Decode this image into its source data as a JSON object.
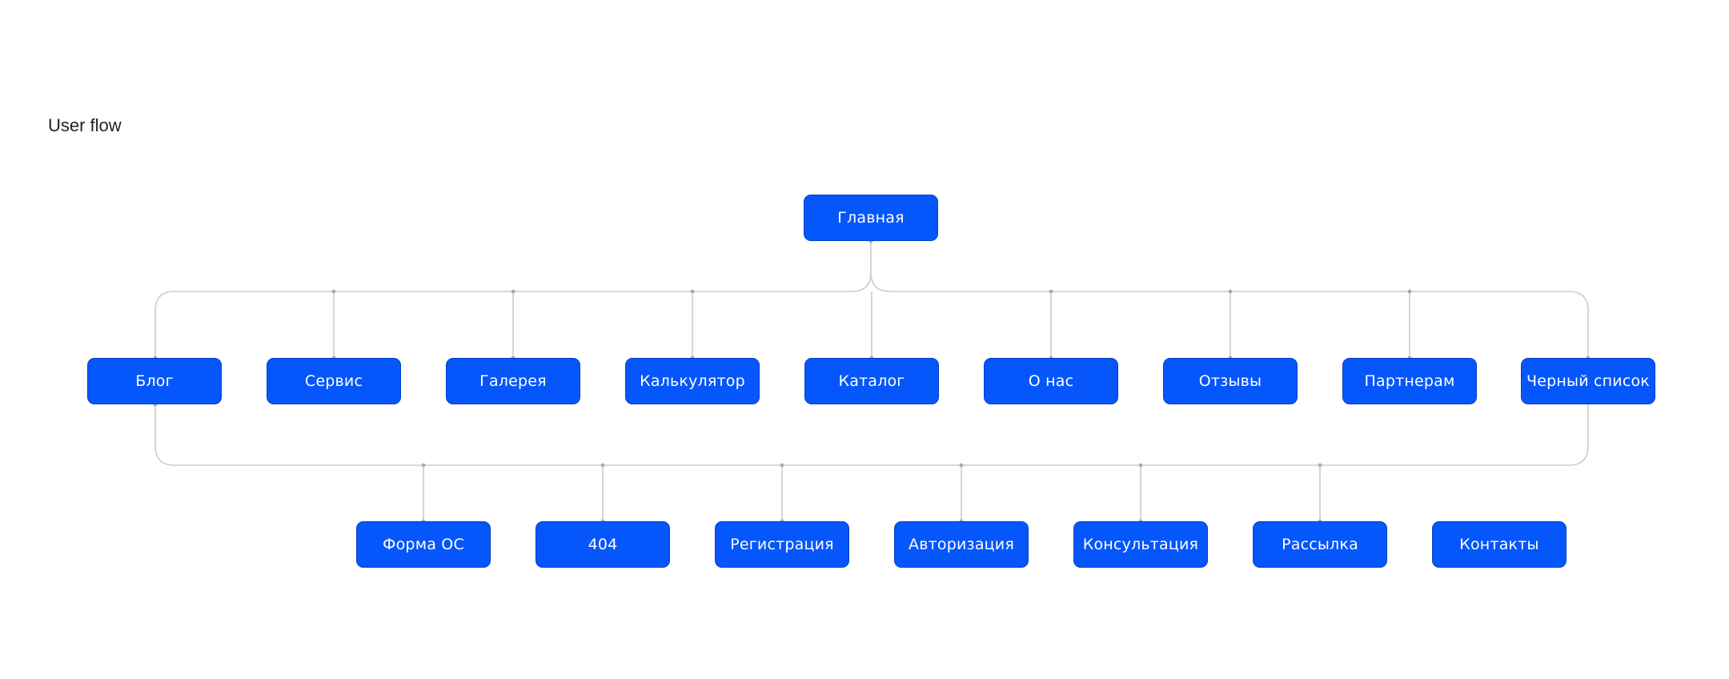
{
  "page": {
    "title": "User flow"
  },
  "colors": {
    "node_fill": "#0556fb",
    "node_text": "#ffffff",
    "connector": "#c9ccd3"
  },
  "diagram": {
    "root": "Главная",
    "level1": [
      "Блог",
      "Сервис",
      "Галерея",
      "Калькулятор",
      "Каталог",
      "О нас",
      "Отзывы",
      "Партнерам",
      "Черный список"
    ],
    "level2": [
      "Форма ОС",
      "404",
      "Регистрация",
      "Авторизация",
      "Консультация",
      "Рассылка",
      "Контакты"
    ]
  }
}
